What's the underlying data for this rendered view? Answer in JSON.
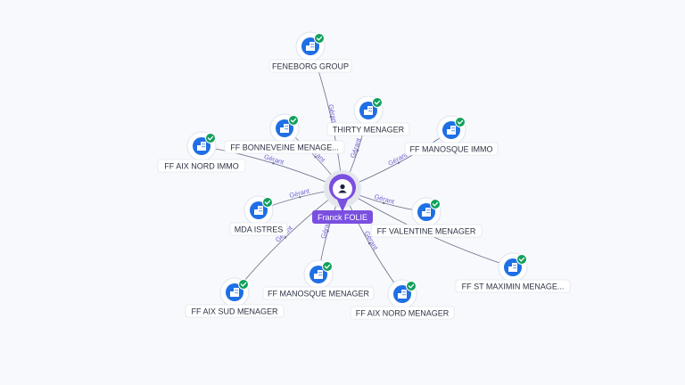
{
  "center": {
    "name": "Franck FOLIE",
    "icon": "person-icon"
  },
  "edge_label": "Gérant",
  "companies": [
    {
      "id": "feneborg",
      "label": "FENEBORG GROUP",
      "icon": "building-icon",
      "status": "verified"
    },
    {
      "id": "thirty",
      "label": "THIRTY MENAGER",
      "icon": "building-icon",
      "status": "verified"
    },
    {
      "id": "bonneveine",
      "label": "FF BONNEVEINE MENAGE...",
      "icon": "building-icon",
      "status": "verified"
    },
    {
      "id": "aixnord-immo",
      "label": "FF AIX NORD IMMO",
      "icon": "building-icon",
      "status": "verified"
    },
    {
      "id": "manosque-immo",
      "label": "FF MANOSQUE IMMO",
      "icon": "building-icon",
      "status": "verified"
    },
    {
      "id": "mda",
      "label": "MDA ISTRES",
      "icon": "building-icon",
      "status": "verified"
    },
    {
      "id": "valentine",
      "label": "FF VALENTINE MENAGER",
      "icon": "building-icon",
      "status": "verified"
    },
    {
      "id": "stmaximin",
      "label": "FF ST MAXIMIN MENAGE...",
      "icon": "building-icon",
      "status": "verified"
    },
    {
      "id": "aixsud",
      "label": "FF AIX SUD MENAGER",
      "icon": "building-icon",
      "status": "verified"
    },
    {
      "id": "manosque-men",
      "label": "FF MANOSQUE MENAGER",
      "icon": "building-icon",
      "status": "verified"
    },
    {
      "id": "aixnord-men",
      "label": "FF AIX NORD MENAGER",
      "icon": "building-icon",
      "status": "verified"
    }
  ],
  "colors": {
    "accent": "#7a4fe0",
    "node_icon": "#1f6fe5",
    "check": "#12a05c",
    "edge_label": "#6e62d6"
  }
}
